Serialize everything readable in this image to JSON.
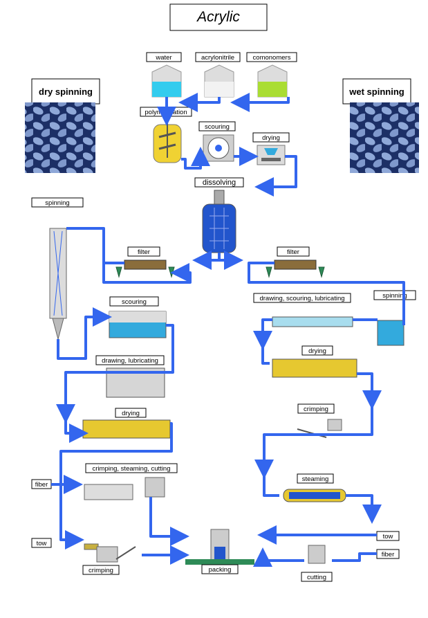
{
  "title": "Acrylic",
  "sections": {
    "dry": "dry spinning",
    "wet": "wet spinning"
  },
  "raw_materials": {
    "water": "water",
    "acrylonitrile": "acrylonitrile",
    "comonomers": "comonomers"
  },
  "top_steps": {
    "polymerisation": "polymerisation",
    "scouring": "scouring",
    "drying": "drying",
    "dissolving": "dissolving"
  },
  "dry_line": {
    "spinning": "spinning",
    "filter": "filter",
    "scouring": "scouring",
    "drawing_lubricating": "drawing, lubricating",
    "drying": "drying",
    "crimping_steaming_cutting": "crimping, steaming, cutting",
    "fiber": "fiber",
    "tow": "tow",
    "crimping": "crimping"
  },
  "wet_line": {
    "filter": "filter",
    "drawing_scouring_lubricating": "drawing, scouring, lubricating",
    "spinning": "spinning",
    "drying": "drying",
    "crimping": "crimping",
    "steaming": "steaming",
    "tow": "tow",
    "fiber": "fiber",
    "cutting": "cutting"
  },
  "packing": "packing",
  "colors": {
    "flow": "#3366ee",
    "water": "#33ccee",
    "acrylonitrile": "#e6e6e6",
    "comonomers": "#aadd33",
    "reactor": "#f0d233",
    "dissolver": "#2255cc",
    "dryer": "#e6c830"
  }
}
